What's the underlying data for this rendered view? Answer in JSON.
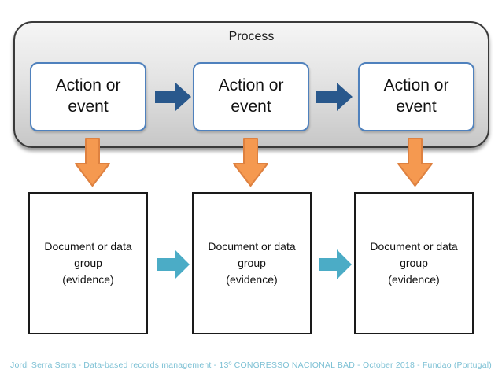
{
  "process": {
    "title": "Process",
    "actions": [
      {
        "label": "Action or\nevent"
      },
      {
        "label": "Action or\nevent"
      },
      {
        "label": "Action or\nevent"
      }
    ]
  },
  "documents": [
    {
      "label": "Document or data\ngroup\n(evidence)"
    },
    {
      "label": "Document or data\ngroup\n(evidence)"
    },
    {
      "label": "Document or data\ngroup\n(evidence)"
    }
  ],
  "footer": {
    "caption": "Jordi Serra Serra - Data-based records management - 13º CONGRESSO NACIONAL BAD - October 2018 - Fundao (Portugal)"
  },
  "icons": {
    "flow_arrow": "right-block-arrow",
    "down_arrow": "down-block-arrow",
    "doc_flow_arrow": "right-block-arrow"
  },
  "colors": {
    "container_fill_top": "#f5f5f5",
    "container_fill_bottom": "#c7c7c7",
    "container_border": "#3a3a3a",
    "action_box_border": "#4f81bd",
    "flow_arrow_fill": "#29588c",
    "down_arrow_fill": "#f59950",
    "down_arrow_border": "#de8140",
    "doc_flow_arrow_fill": "#4bacc6",
    "doc_box_border": "#1a1a1a",
    "footer_text": "#7cc0d4"
  }
}
